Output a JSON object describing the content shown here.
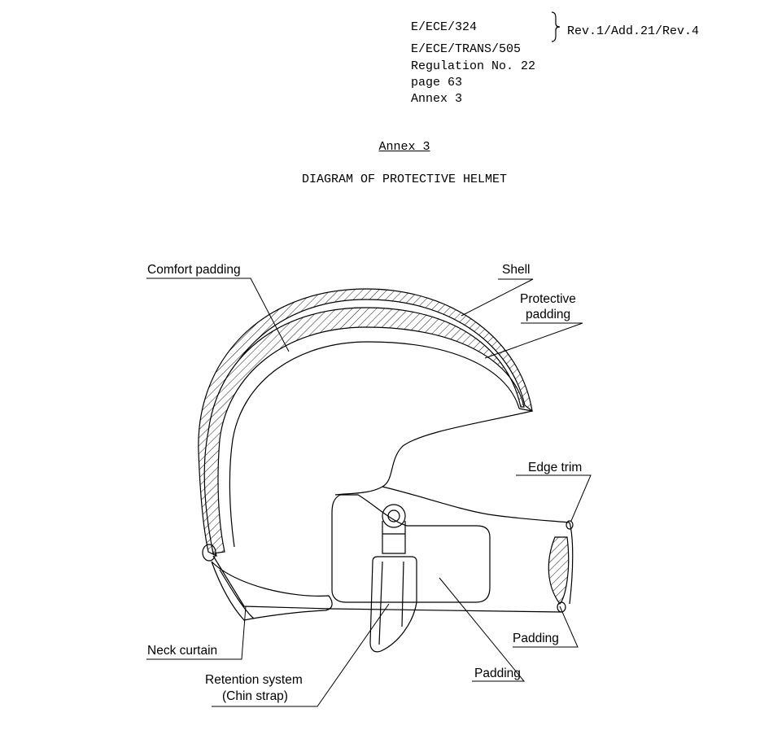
{
  "header": {
    "ref_line_1": "E/ECE/324",
    "ref_line_2": "E/ECE/TRANS/505",
    "revision": "Rev.1/Add.21/Rev.4",
    "regulation": "Regulation No. 22",
    "page": "page 63",
    "annex": "Annex 3"
  },
  "annex_title": "Annex 3",
  "diagram_title": "DIAGRAM OF PROTECTIVE HELMET",
  "labels": {
    "comfort_padding": "Comfort padding",
    "shell": "Shell",
    "protective_padding_1": "Protective",
    "protective_padding_2": "padding",
    "edge_trim": "Edge trim",
    "padding_right": "Padding",
    "padding_center": "Padding",
    "neck_curtain": "Neck curtain",
    "retention_system_1": "Retention system",
    "retention_system_2": "(Chin strap)"
  }
}
